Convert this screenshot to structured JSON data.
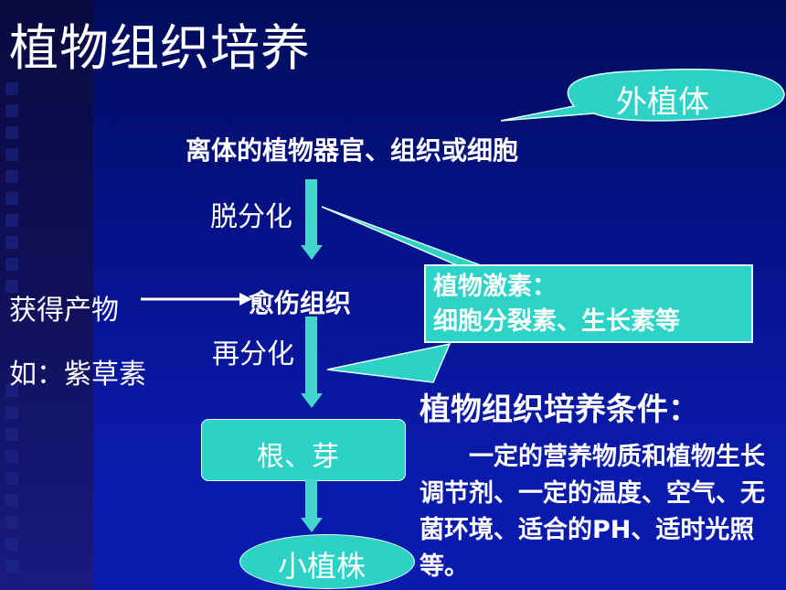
{
  "slide": {
    "title": "植物组织培养",
    "explant_label": "外植体",
    "source": "离体的植物器官、组织或细胞",
    "step1": "脱分化",
    "callus": "愈伤组织",
    "product_label": "获得产物",
    "example_label": "如：紫草素",
    "step2": "再分化",
    "hormone_line1": "植物激素：",
    "hormone_line2": "细胞分裂素、生长素等",
    "root_bud": "根、芽",
    "plantlet": "小植株",
    "conditions_title": "植物组织培养条件：",
    "conditions_text": "　　一定的营养物质和植物生长调节剂、一定的温度、空气、无菌环境、适合的PH、适时光照等。"
  },
  "colors": {
    "accent": "#2dd2c6",
    "background": "#0a1aa8"
  }
}
